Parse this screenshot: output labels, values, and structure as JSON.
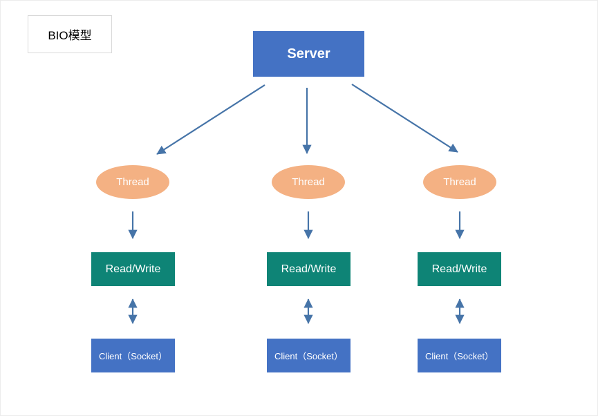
{
  "title_box": {
    "label": "BIO模型"
  },
  "server": {
    "label": "Server"
  },
  "columns": [
    {
      "thread_label": "Thread",
      "read_write_label": "Read/Write",
      "client_label": "Client（Socket）"
    },
    {
      "thread_label": "Thread",
      "read_write_label": "Read/Write",
      "client_label": "Client（Socket）"
    },
    {
      "thread_label": "Thread",
      "read_write_label": "Read/Write",
      "client_label": "Client（Socket）"
    }
  ],
  "colors": {
    "server_fill": "#4472C4",
    "client_fill": "#4472C4",
    "thread_fill": "#F4B183",
    "read_write_fill": "#0E8476",
    "connector": "#4674A8",
    "title_border": "#D9D9D9",
    "text_on_fill": "#FFFFFF",
    "title_text": "#000000"
  }
}
